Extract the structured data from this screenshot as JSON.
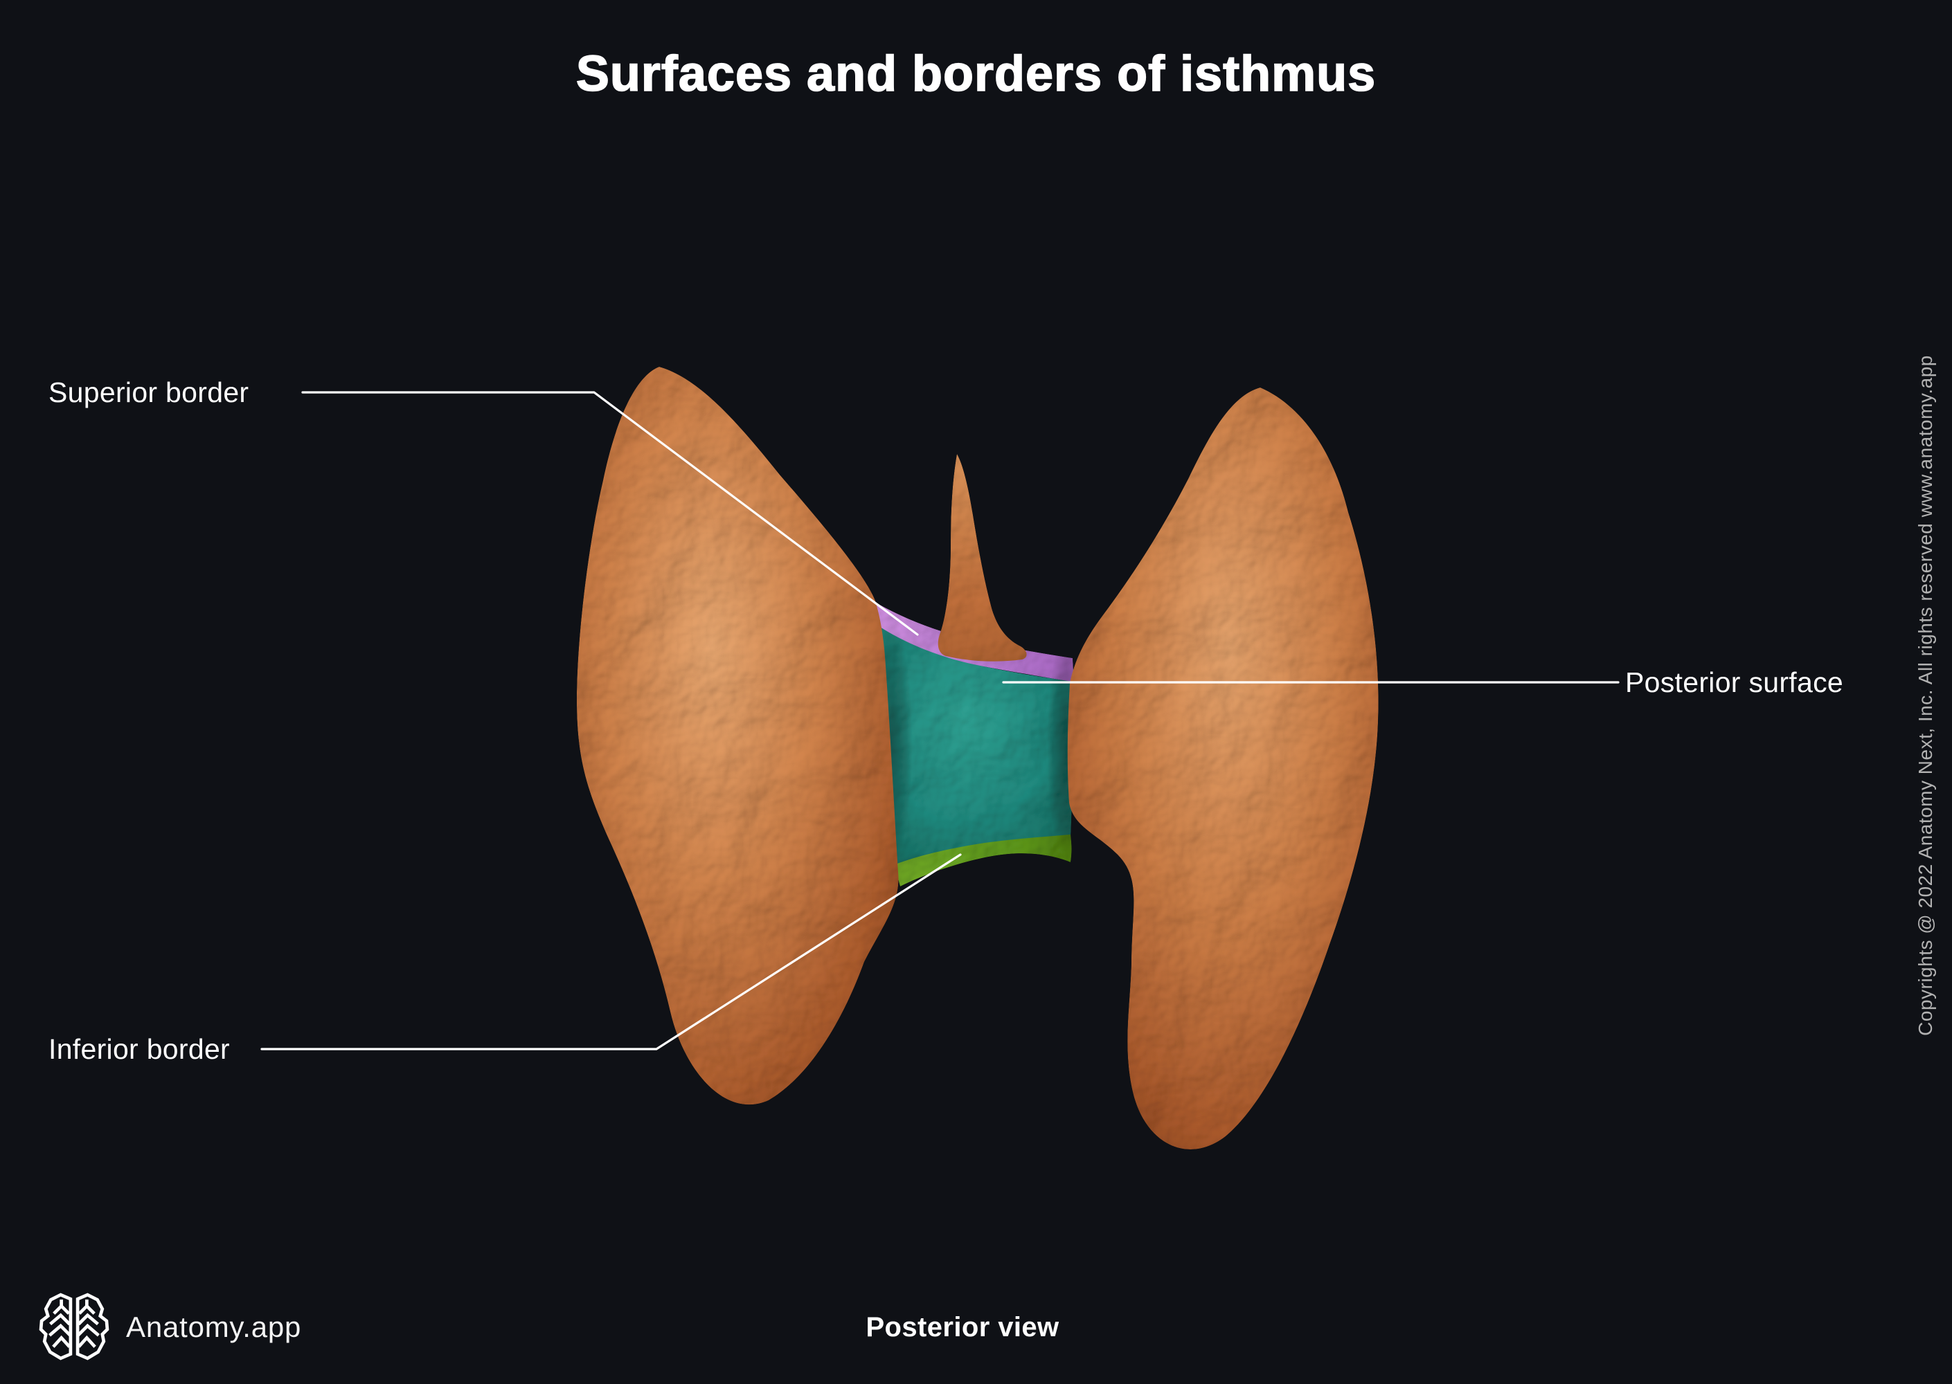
{
  "header": {
    "title": "Surfaces and borders of isthmus"
  },
  "figure": {
    "caption": "Posterior view",
    "subject": "Thyroid gland, posterior view with isthmus surfaces and borders highlighted",
    "labels": [
      {
        "id": "superior-border",
        "text": "Superior border"
      },
      {
        "id": "posterior-surface",
        "text": "Posterior surface"
      },
      {
        "id": "inferior-border",
        "text": "Inferior border"
      }
    ]
  },
  "footer": {
    "brand": "Anatomy.app"
  },
  "side": {
    "copyright": "Copyrights @ 2022 Anatomy Next, Inc. All rights reserved www.anatomy.app"
  },
  "icons": {
    "brand_logo": "brain-icon"
  },
  "colors": {
    "background": "#0f1116",
    "label_text": "#ffffff",
    "leader_line": "#ffffff",
    "copyright_text": "#b2b2b2",
    "posterior_surface_teal": "#1e857a",
    "superior_border_purple": "#b678cf",
    "inferior_border_green": "#619a1d",
    "gland_orange": "#c07440"
  }
}
